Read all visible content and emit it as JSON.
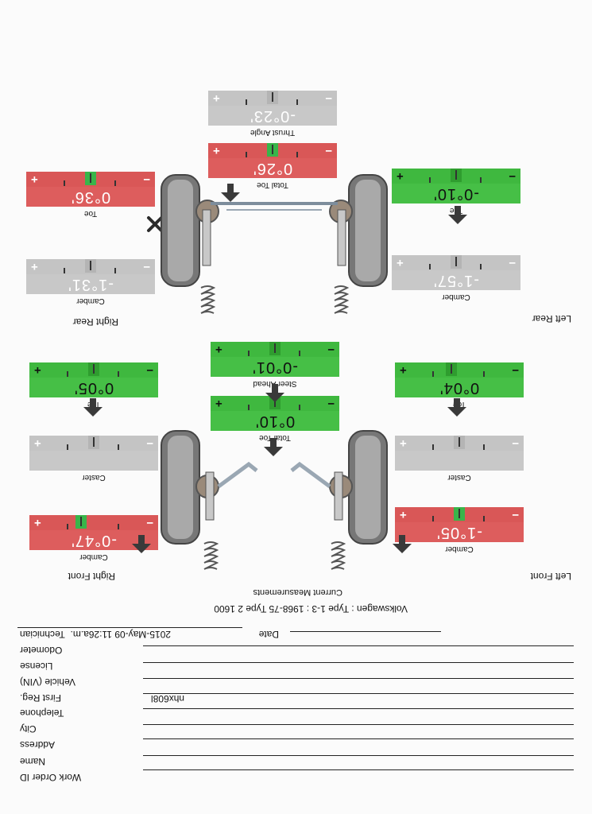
{
  "form": {
    "fields": [
      {
        "label": "Work Order ID",
        "value": ""
      },
      {
        "label": "Name",
        "value": ""
      },
      {
        "label": "Address",
        "value": ""
      },
      {
        "label": "City",
        "value": ""
      },
      {
        "label": "Telephone",
        "value": ""
      },
      {
        "label": "First Reg.",
        "value": "nhx608l"
      },
      {
        "label": "Vehicle (VIN)",
        "value": ""
      },
      {
        "label": "License",
        "value": ""
      },
      {
        "label": "Odometer",
        "value": ""
      },
      {
        "label": "Technician",
        "value": ""
      }
    ],
    "date_label": "Date",
    "date_value": "2015-May-09 11:26a.m."
  },
  "vehicle": "Volkswagen : Type 1-3 : 1968-75 Type 2 1600",
  "measurements_title": "Current Measurements",
  "sections": {
    "left_front": "Left Front",
    "right_front": "Right Front",
    "left_rear": "Left Rear",
    "right_rear": "Right Rear"
  },
  "gauges": {
    "lf_camber": {
      "label": "Camber",
      "value": "-1°05'",
      "status": "red",
      "minus": "−",
      "plus": "+"
    },
    "lf_caster": {
      "label": "Caster",
      "value": "",
      "status": "gray",
      "minus": "−",
      "plus": "+"
    },
    "lf_toe": {
      "label": "Toe",
      "value": "0°04'",
      "status": "green",
      "minus": "−",
      "plus": "+"
    },
    "rf_camber": {
      "label": "Camber",
      "value": "-0°47'",
      "status": "red",
      "minus": "−",
      "plus": "+"
    },
    "rf_caster": {
      "label": "Caster",
      "value": "",
      "status": "gray",
      "minus": "−",
      "plus": "+"
    },
    "rf_toe": {
      "label": "Toe",
      "value": "0°05'",
      "status": "green",
      "minus": "−",
      "plus": "+"
    },
    "front_total_toe": {
      "label": "Total Toe",
      "value": "0°10'",
      "status": "green",
      "minus": "−",
      "plus": "+"
    },
    "steer_ahead": {
      "label": "Steer Ahead",
      "value": "-0°01'",
      "status": "green",
      "minus": "−",
      "plus": "+"
    },
    "lr_camber": {
      "label": "Camber",
      "value": "-1°57'",
      "status": "gray",
      "minus": "−",
      "plus": "+"
    },
    "lr_toe": {
      "label": "Toe",
      "value": "-0°10'",
      "status": "green",
      "minus": "−",
      "plus": "+"
    },
    "rr_camber": {
      "label": "Camber",
      "value": "-1°31'",
      "status": "gray",
      "minus": "−",
      "plus": "+"
    },
    "rr_toe": {
      "label": "Toe",
      "value": "0°36'",
      "status": "red",
      "minus": "−",
      "plus": "+"
    },
    "rear_total_toe": {
      "label": "Total Toe",
      "value": "0°26'",
      "status": "red",
      "minus": "−",
      "plus": "+"
    },
    "thrust_angle": {
      "label": "Thrust Angle",
      "value": "-0°23'",
      "status": "gray",
      "minus": "−",
      "plus": "+"
    }
  },
  "colors": {
    "red": "#dd5d5d",
    "green": "#46bf46",
    "gray": "#c8c8c8",
    "arrow": "#3a3a3a"
  },
  "icons": {
    "pointer": "up-arrow-icon",
    "out_of_range": "x-mark-icon"
  }
}
